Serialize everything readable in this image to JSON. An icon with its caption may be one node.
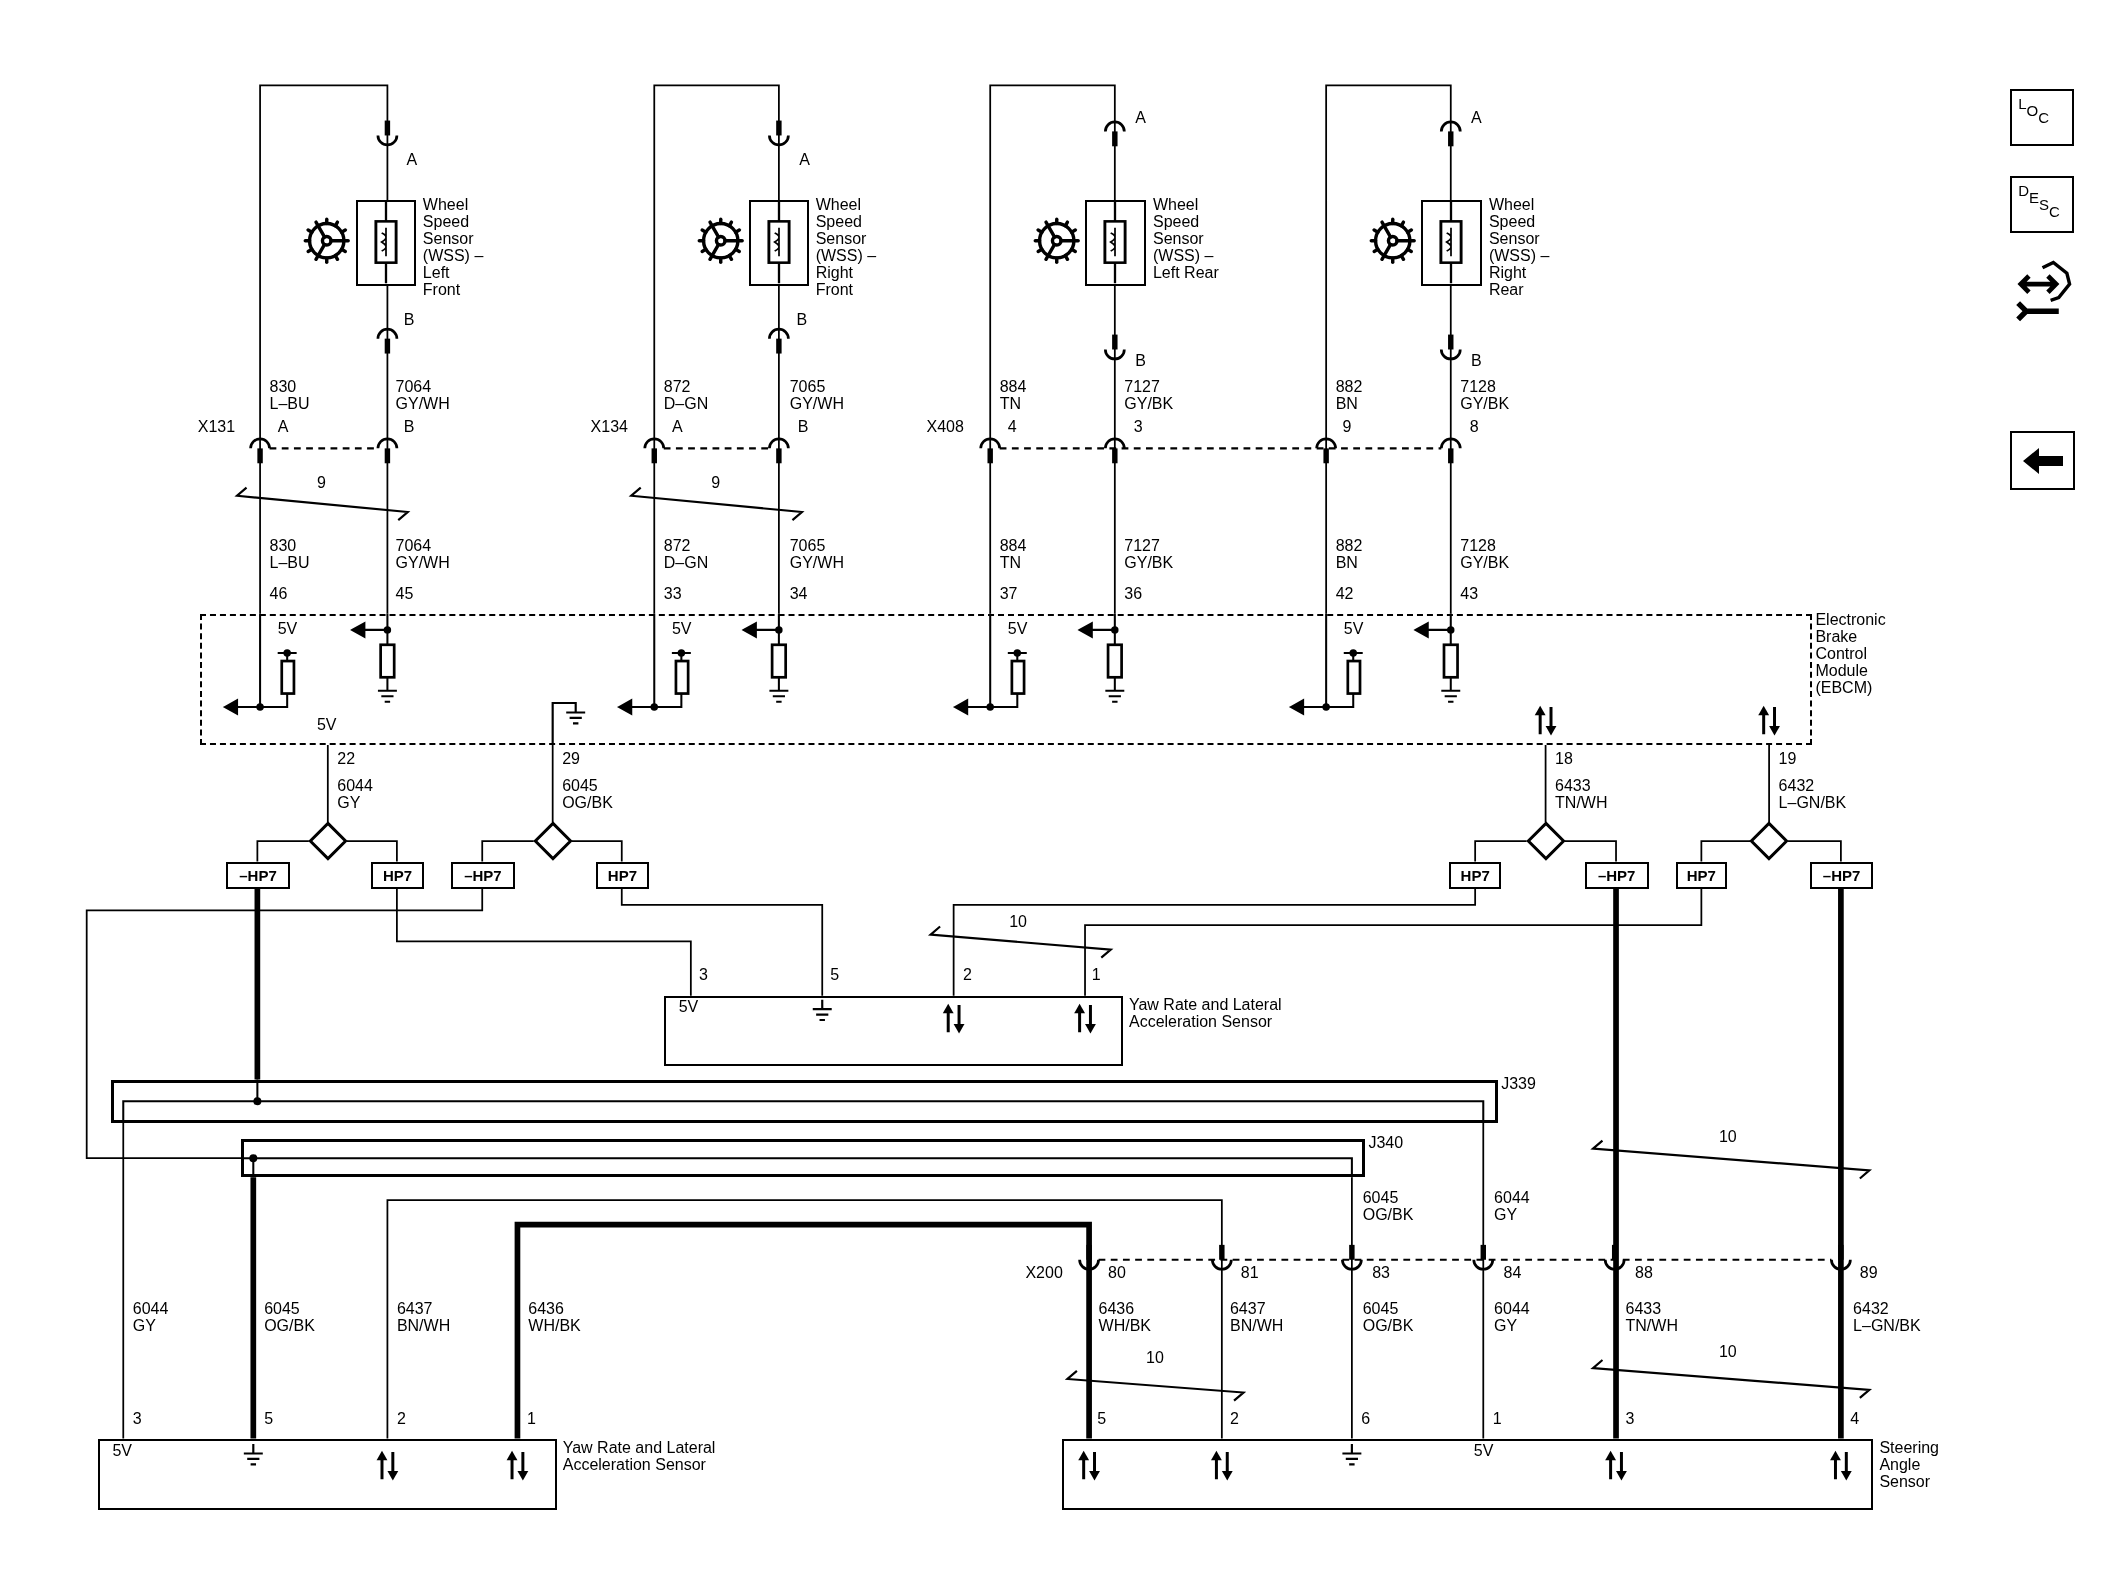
{
  "diagram": {
    "nodes": [
      {
        "text": [
          "Wheel Speed Sensor (WSS) – Left Front"
        ]
      },
      {
        "text": [
          "Wheel Speed Sensor (WSS) – Right Front"
        ]
      },
      {
        "text": [
          "Wheel Speed Sensor (WSS) – Left Rear"
        ]
      },
      {
        "text": [
          "Wheel Speed Sensor (WSS) – Right Rear"
        ]
      },
      {
        "text": [
          "Electronic Brake Control Module (EBCM)"
        ]
      },
      {
        "text": [],
        "shape": "diamond"
      },
      {
        "text": [],
        "shape": "diamond"
      },
      {
        "text": [],
        "shape": "diamond"
      },
      {
        "text": [],
        "shape": "diamond"
      },
      {
        "text": [
          "–HP7"
        ]
      },
      {
        "text": [
          "HP7"
        ]
      },
      {
        "text": [
          "–HP7"
        ]
      },
      {
        "text": [
          "HP7"
        ]
      },
      {
        "text": [
          "HP7"
        ]
      },
      {
        "text": [
          "–HP7"
        ]
      },
      {
        "text": [
          "HP7"
        ]
      },
      {
        "text": [
          "–HP7"
        ]
      },
      {
        "text": [
          "Yaw Rate and Lateral Acceleration Sensor"
        ]
      },
      {
        "text": [
          "J339"
        ]
      },
      {
        "text": [
          "J340"
        ]
      },
      {
        "text": [
          "Yaw Rate and Lateral Acceleration Sensor"
        ]
      },
      {
        "text": [
          "Steering Angle Sensor"
        ]
      }
    ],
    "edges": [
      {
        "from": 0,
        "to": 4,
        "arrow": "none"
      },
      {
        "from": 0,
        "to": 4,
        "arrow": "none"
      },
      {
        "from": 1,
        "to": 4,
        "arrow": "none"
      },
      {
        "from": 1,
        "to": 4,
        "arrow": "none"
      },
      {
        "from": 2,
        "to": 4,
        "arrow": "none"
      },
      {
        "from": 2,
        "to": 4,
        "arrow": "none"
      },
      {
        "from": 3,
        "to": 4,
        "arrow": "none"
      },
      {
        "from": 3,
        "to": 4,
        "arrow": "none"
      },
      {
        "from": 4,
        "to": 5,
        "arrow": "none"
      },
      {
        "from": 4,
        "to": 6,
        "arrow": "none"
      },
      {
        "from": 4,
        "to": 7,
        "arrow": "none"
      },
      {
        "from": 4,
        "to": 8,
        "arrow": "none"
      },
      {
        "from": 5,
        "to": 9,
        "arrow": "none"
      },
      {
        "from": 5,
        "to": 10,
        "arrow": "none"
      },
      {
        "from": 6,
        "to": 11,
        "arrow": "none"
      },
      {
        "from": 6,
        "to": 12,
        "arrow": "none"
      },
      {
        "from": 7,
        "to": 13,
        "arrow": "none"
      },
      {
        "from": 7,
        "to": 14,
        "arrow": "none"
      },
      {
        "from": 8,
        "to": 15,
        "arrow": "none"
      },
      {
        "from": 8,
        "to": 16,
        "arrow": "none"
      },
      {
        "from": 10,
        "to": 17,
        "arrow": "none"
      },
      {
        "from": 12,
        "to": 17,
        "arrow": "none"
      },
      {
        "from": 13,
        "to": 17,
        "arrow": "none"
      },
      {
        "from": 15,
        "to": 17,
        "arrow": "none"
      },
      {
        "from": 9,
        "to": 18,
        "arrow": "none",
        "style": "thick"
      },
      {
        "from": 11,
        "to": 19,
        "arrow": "none"
      },
      {
        "from": 14,
        "to": 21,
        "arrow": "none",
        "style": "thick"
      },
      {
        "from": 16,
        "to": 21,
        "arrow": "none",
        "style": "thick"
      },
      {
        "from": 18,
        "to": 20,
        "arrow": "none"
      },
      {
        "from": 18,
        "to": 21,
        "arrow": "none"
      },
      {
        "from": 19,
        "to": 20,
        "arrow": "none",
        "style": "thick"
      },
      {
        "from": 19,
        "to": 21,
        "arrow": "none"
      },
      {
        "from": 20,
        "to": 21,
        "arrow": "none"
      },
      {
        "from": 20,
        "to": 21,
        "arrow": "none",
        "style": "thick"
      }
    ],
    "labels": [
      "A",
      "B",
      "830 L–BU",
      "7064 GY/WH",
      "X131",
      "A",
      "B",
      "9",
      "830 L–BU",
      "7064 GY/WH",
      "46",
      "45",
      "A",
      "B",
      "872 D–GN",
      "7065 GY/WH",
      "X134",
      "A",
      "B",
      "9",
      "872 D–GN",
      "7065 GY/WH",
      "33",
      "34",
      "A",
      "B",
      "884 TN",
      "7127 GY/BK",
      "X408",
      "4",
      "3",
      "884 TN",
      "7127 GY/BK",
      "37",
      "36",
      "A",
      "B",
      "882 BN",
      "7128 GY/BK",
      "9",
      "8",
      "882 BN",
      "7128 GY/BK",
      "42",
      "43",
      "5V",
      "5V",
      "5V",
      "5V",
      "5V",
      "22",
      "6044 GY",
      "29",
      "6045 OG/BK",
      "18",
      "6433 TN/WH",
      "19",
      "6432 L–GN/BK",
      "10",
      "3",
      "5",
      "2",
      "1",
      "5V",
      "10",
      "6045 OG/BK",
      "6044 GY",
      "X200",
      "80",
      "81",
      "83",
      "84",
      "88",
      "89",
      "6044 GY",
      "6045 OG/BK",
      "6437 BN/WH",
      "6436 WH/BK",
      "6436 WH/BK",
      "6437 BN/WH",
      "6045 OG/BK",
      "6044 GY",
      "6433 TN/WH",
      "6432 L–GN/BK",
      "10",
      "10",
      "3",
      "5",
      "2",
      "1",
      "5V",
      "5",
      "2",
      "6",
      "1",
      "3",
      "4",
      "5V",
      "LOC",
      "DESC"
    ]
  }
}
